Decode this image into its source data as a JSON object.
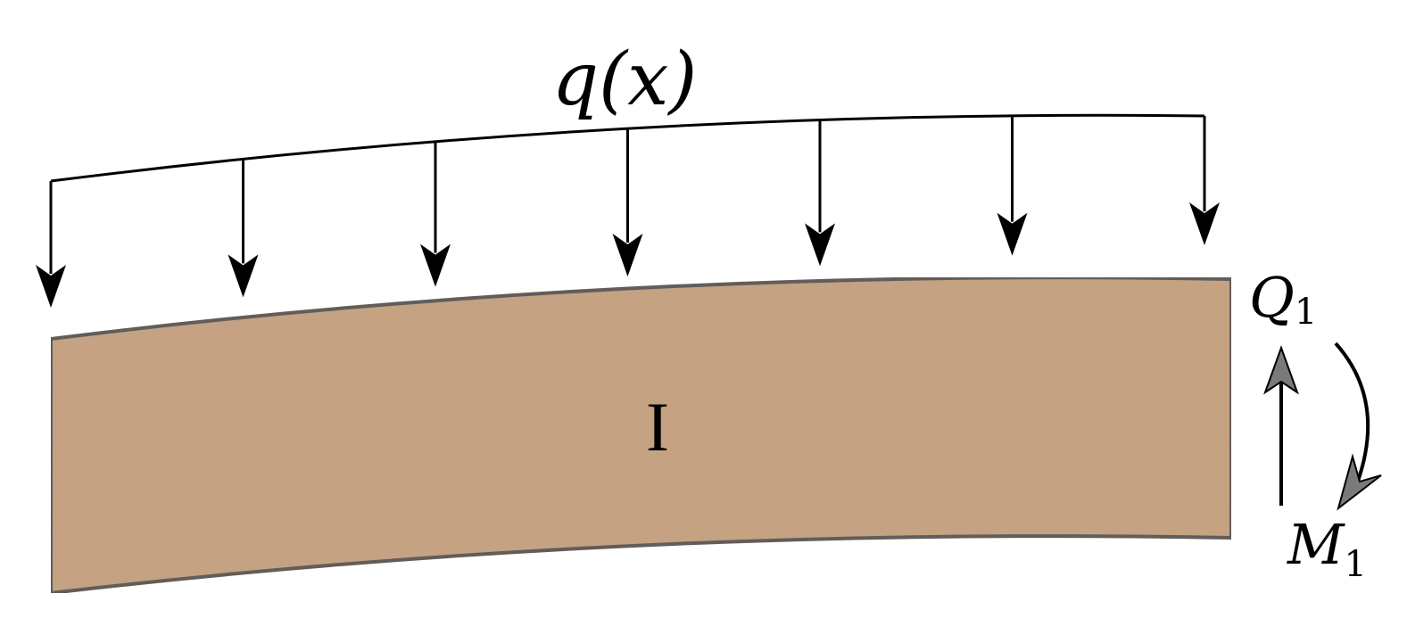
{
  "load": {
    "label": "q(x)",
    "arrow_count": 7
  },
  "beam": {
    "label": "I",
    "fill_color": "#c6a383",
    "stroke_color": "#555555"
  },
  "shear_force": {
    "symbol": "Q",
    "subscript": "1",
    "arrow_head_color": "#7a7a7a"
  },
  "moment": {
    "symbol": "M",
    "subscript": "1",
    "arrow_head_color": "#7a7a7a"
  }
}
